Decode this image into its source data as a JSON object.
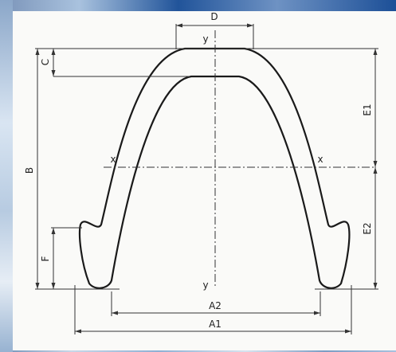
{
  "labels": {
    "D": "D",
    "C": "C",
    "B": "B",
    "E1": "E1",
    "E2": "E2",
    "F": "F",
    "A1": "A1",
    "A2": "A2",
    "x_left": "x",
    "x_right": "x",
    "y_top": "y",
    "y_bottom": "y"
  },
  "colors": {
    "line": "#1a1a1a",
    "axis": "#333333",
    "paper": "#fafaf8"
  }
}
